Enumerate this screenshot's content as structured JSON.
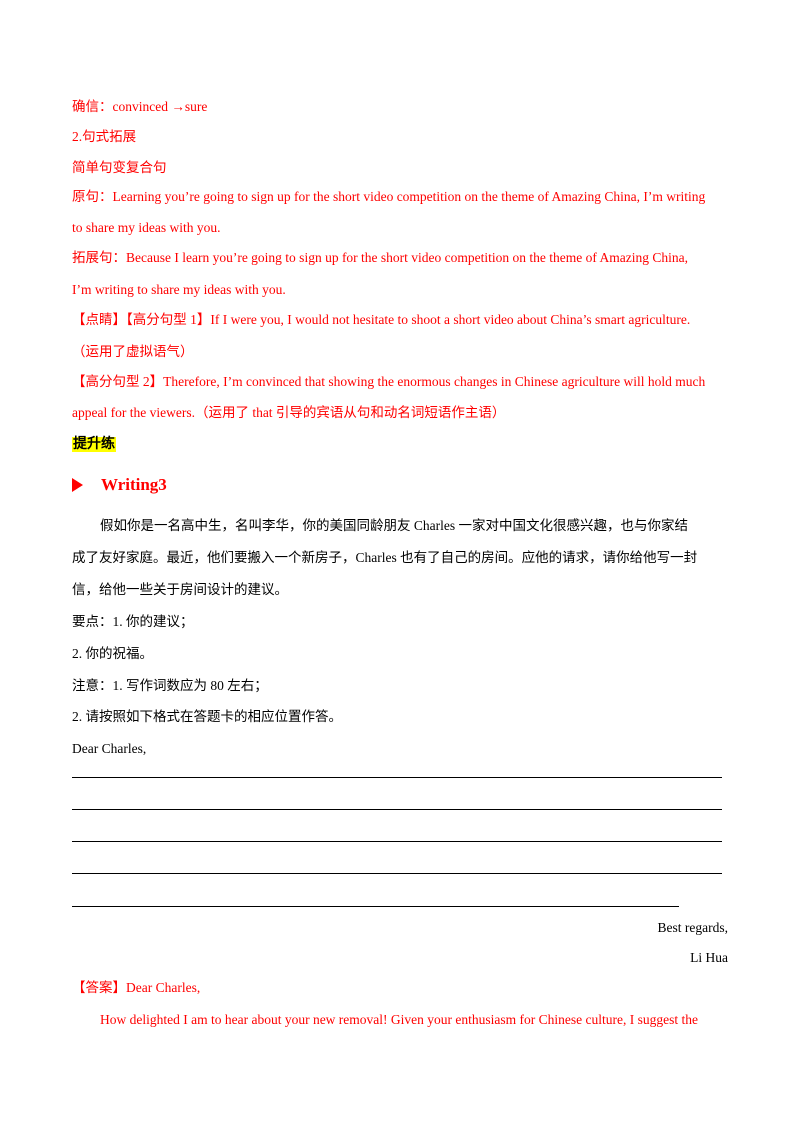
{
  "content": {
    "l1": "确信：convinced →sure",
    "l2": "2.句式拓展",
    "l3": "简单句变复合句",
    "l4": "原句：Learning you’re going to sign up for the short video competition on the theme of Amazing China, I’m writing",
    "l5": "to share my ideas with you.",
    "l6": "拓展句：Because I learn you’re going to sign up for the short video competition on the theme of Amazing China,",
    "l7": "I’m writing to share my ideas with you.",
    "l8": "【点睛】【高分句型 1】If I were you, I would not hesitate to shoot a short video about China’s smart agriculture.",
    "l9": "（运用了虚拟语气）",
    "l10": "【高分句型 2】Therefore, I’m convinced that showing the enormous changes in Chinese agriculture will hold much",
    "l11": "appeal for the viewers.（运用了 that 引导的宾语从句和动名词短语作主语）",
    "practice_label": "提升练",
    "section_title": "Writing3",
    "p1": "假如你是一名高中生，名叫李华，你的美国同龄朋友 Charles 一家对中国文化很感兴趣，也与你家结",
    "p2": "成了友好家庭。最近，他们要搬入一个新房子，Charles 也有了自己的房间。应他的请求，请你给他写一封",
    "p3": "信，给他一些关于房间设计的建议。",
    "p4": "要点：1. 你的建议；",
    "p5": "2. 你的祝福。",
    "p6": "注意：1. 写作词数应为 80 左右；",
    "p7": "2. 请按照如下格式在答题卡的相应位置作答。",
    "greeting": "Dear Charles,",
    "closing": "Best regards,",
    "signature": "Li Hua",
    "answer_label": "【答案】Dear Charles,",
    "answer_line": "How delighted I am to hear about your new removal! Given your enthusiasm for Chinese culture, I suggest the"
  }
}
